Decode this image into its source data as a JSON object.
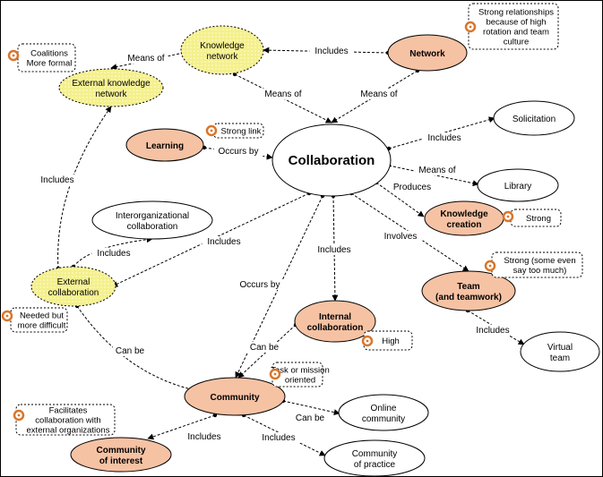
{
  "colors": {
    "orange_fill": "#f6c2a4",
    "yellow_fill": "#f4f08c",
    "white_fill": "#ffffff",
    "note_marker": "#d9762b",
    "stroke": "#000000"
  },
  "nodes": {
    "collaboration": {
      "lines": [
        "Collaboration"
      ],
      "style": "white-bold"
    },
    "knowledge_network": {
      "lines": [
        "Knowledge",
        "network"
      ],
      "style": "yellow"
    },
    "network": {
      "lines": [
        "Network"
      ],
      "style": "orange"
    },
    "external_knowledge_network": {
      "lines": [
        "External knowledge",
        "network"
      ],
      "style": "yellow"
    },
    "learning": {
      "lines": [
        "Learning"
      ],
      "style": "orange"
    },
    "solicitation": {
      "lines": [
        "Solicitation"
      ],
      "style": "white"
    },
    "library": {
      "lines": [
        "Library"
      ],
      "style": "white"
    },
    "knowledge_creation": {
      "lines": [
        "Knowledge",
        "creation"
      ],
      "style": "orange"
    },
    "interorganizational_collaboration": {
      "lines": [
        "Interorganizational",
        "collaboration"
      ],
      "style": "white"
    },
    "external_collaboration": {
      "lines": [
        "External",
        "collaboration"
      ],
      "style": "yellow"
    },
    "team": {
      "lines": [
        "Team",
        "(and teamwork)"
      ],
      "style": "orange"
    },
    "internal_collaboration": {
      "lines": [
        "Internal",
        "collaboration"
      ],
      "style": "orange"
    },
    "virtual_team": {
      "lines": [
        "Virtual",
        "team"
      ],
      "style": "white"
    },
    "community": {
      "lines": [
        "Community"
      ],
      "style": "orange"
    },
    "online_community": {
      "lines": [
        "Online",
        "community"
      ],
      "style": "white"
    },
    "community_of_interest": {
      "lines": [
        "Community",
        "of interest"
      ],
      "style": "orange"
    },
    "community_of_practice": {
      "lines": [
        "Community",
        "of practice"
      ],
      "style": "white"
    }
  },
  "notes": {
    "network_note": [
      "Strong relationships",
      "because of high",
      "rotation and team",
      "culture"
    ],
    "coalitions_note": [
      "Coalitions",
      "More formal"
    ],
    "strong_link_note": [
      "Strong link"
    ],
    "strong_note": [
      "Strong"
    ],
    "strong_some_note": [
      "Strong (some even",
      "say too much)"
    ],
    "needed_note": [
      "Needed but",
      "more difficult"
    ],
    "high_note": [
      "High"
    ],
    "task_note": [
      "Task or mission",
      "oriented"
    ],
    "facilitates_note": [
      "Facilitates",
      "collaboration with",
      "external organizations"
    ]
  },
  "edges": [
    {
      "from": "network",
      "to": "knowledge_network",
      "label": "Includes"
    },
    {
      "from": "knowledge_network",
      "to": "external_knowledge_network",
      "label": "Means of"
    },
    {
      "from": "knowledge_network",
      "to": "collaboration",
      "label": "Means of"
    },
    {
      "from": "network",
      "to": "collaboration",
      "label": "Means of"
    },
    {
      "from": "learning",
      "to": "collaboration",
      "label": "Occurs by"
    },
    {
      "from": "collaboration",
      "to": "solicitation",
      "label": "Includes"
    },
    {
      "from": "collaboration",
      "to": "library",
      "label": "Means of"
    },
    {
      "from": "collaboration",
      "to": "knowledge_creation",
      "label": "Produces"
    },
    {
      "from": "collaboration",
      "to": "external_collaboration",
      "label": "Includes"
    },
    {
      "from": "collaboration",
      "to": "team",
      "label": "Involves"
    },
    {
      "from": "collaboration",
      "to": "internal_collaboration",
      "label": "Includes"
    },
    {
      "from": "collaboration",
      "to": "community",
      "label": "Occurs by"
    },
    {
      "from": "external_collaboration",
      "to": "external_knowledge_network",
      "label": "Includes"
    },
    {
      "from": "external_collaboration",
      "to": "interorganizational_collaboration",
      "label": "Includes"
    },
    {
      "from": "external_collaboration",
      "to": "community",
      "label": "Can be"
    },
    {
      "from": "internal_collaboration",
      "to": "community",
      "label": "Can be"
    },
    {
      "from": "team",
      "to": "virtual_team",
      "label": "Includes"
    },
    {
      "from": "community",
      "to": "online_community",
      "label": "Can be"
    },
    {
      "from": "community",
      "to": "community_of_interest",
      "label": "Includes"
    },
    {
      "from": "community",
      "to": "community_of_practice",
      "label": "Includes"
    }
  ]
}
